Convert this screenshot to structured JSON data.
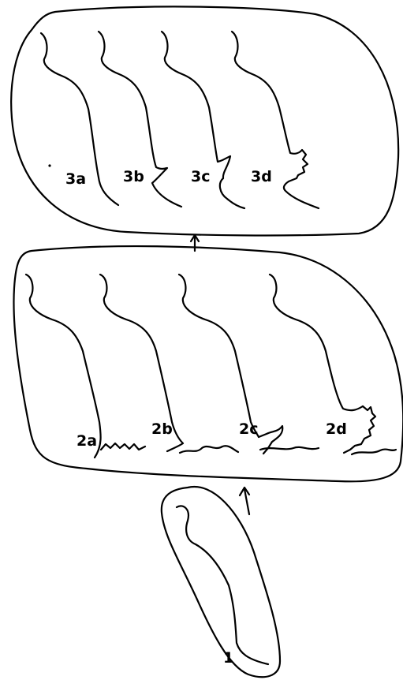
{
  "diagram": {
    "labels": {
      "g1": "1",
      "g2a": "2a",
      "g2b": "2b",
      "g2c": "2c",
      "g2d": "2d",
      "g3a": "3a",
      "g3b": "3b",
      "g3c": "3c",
      "g3d": "3d"
    },
    "colors": {
      "ink": "#000000",
      "background": "#ffffff"
    }
  }
}
